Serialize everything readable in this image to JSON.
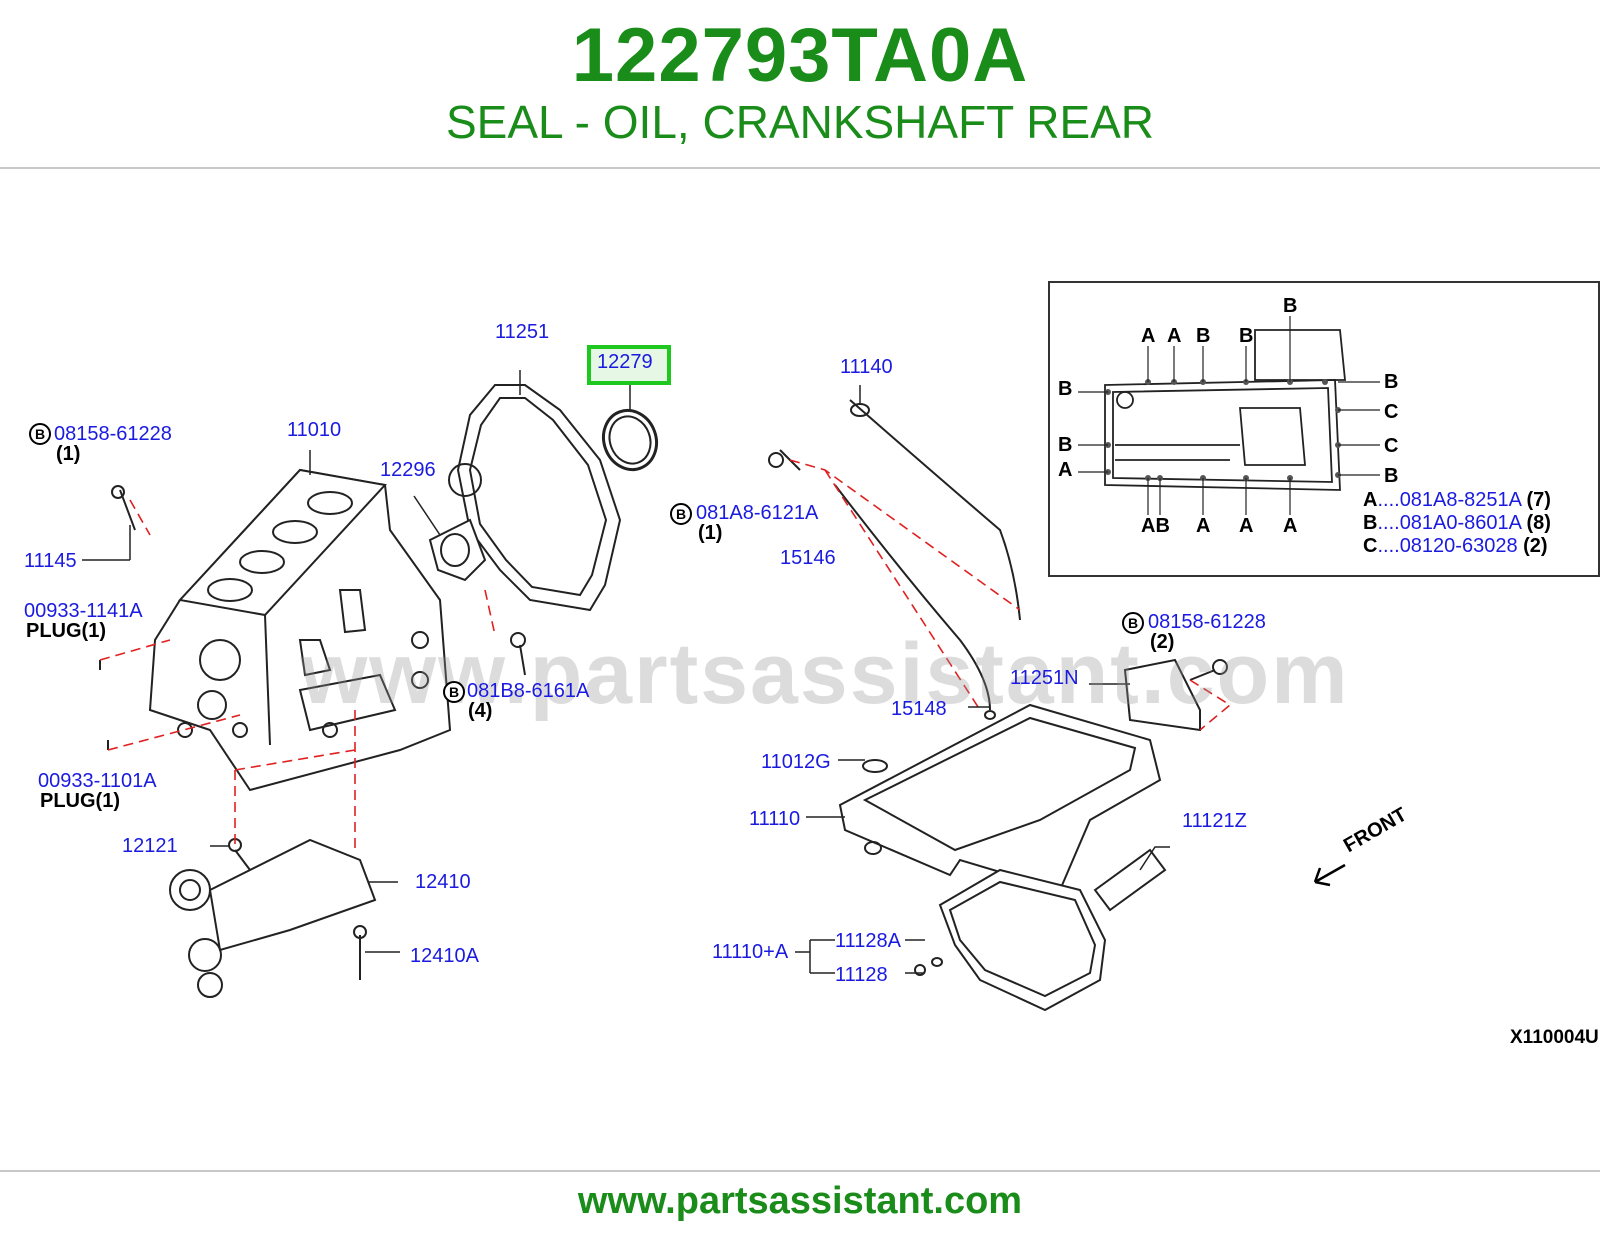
{
  "header": {
    "part_number": "122793TA0A",
    "description": "SEAL - OIL, CRANKSHAFT REAR"
  },
  "footer": {
    "url": "www.partsassistant.com"
  },
  "watermark": "www.partsassistant.com",
  "diagram": {
    "code": "X110004U",
    "highlighted_part": "12279",
    "labels": {
      "p11251": "11251",
      "p12279": "12279",
      "p11140": "11140",
      "p08158_left": "08158-61228",
      "q1_left": "(1)",
      "p11010": "11010",
      "p12296": "12296",
      "p081A8": "081A8-6121A",
      "q1_081A8": "(1)",
      "p11145": "11145",
      "p15146": "15146",
      "p00933_1141A": "00933-1141A",
      "plug1_a": "PLUG(1)",
      "p08158_right": "08158-61228",
      "q2_right": "(2)",
      "p11251N": "11251N",
      "p081B8": "081B8-6161A",
      "q4": "(4)",
      "p15148": "15148",
      "p00933_1101A": "00933-1101A",
      "plug1_b": "PLUG(1)",
      "p11012G": "11012G",
      "p11110": "11110",
      "p11121Z": "11121Z",
      "p12121": "12121",
      "p12410": "12410",
      "front": "FRONT",
      "p12410A": "12410A",
      "p11128A": "11128A",
      "p11110A": "11110+A",
      "p11128": "11128",
      "b_mark": "B"
    },
    "inset": {
      "top_letters": [
        "A",
        "A",
        "B",
        "B",
        "B"
      ],
      "left_letters": [
        "B",
        "B",
        "A"
      ],
      "right_letters": [
        "B",
        "C",
        "C",
        "B"
      ],
      "bottom_letters": [
        "AB",
        "A",
        "A",
        "A"
      ],
      "key": [
        {
          "letter": "A",
          "dots": "....",
          "part": "081A8-8251A",
          "qty": "(7)"
        },
        {
          "letter": "B",
          "dots": "....",
          "part": "081A0-8601A",
          "qty": "(8)"
        },
        {
          "letter": "C",
          "dots": "....",
          "part": "08120-63028",
          "qty": "(2)"
        }
      ]
    }
  },
  "colors": {
    "title": "#1a8c1a",
    "label": "#1a1ae0",
    "highlight": "#1ec81e",
    "leader_red": "#e02020"
  }
}
